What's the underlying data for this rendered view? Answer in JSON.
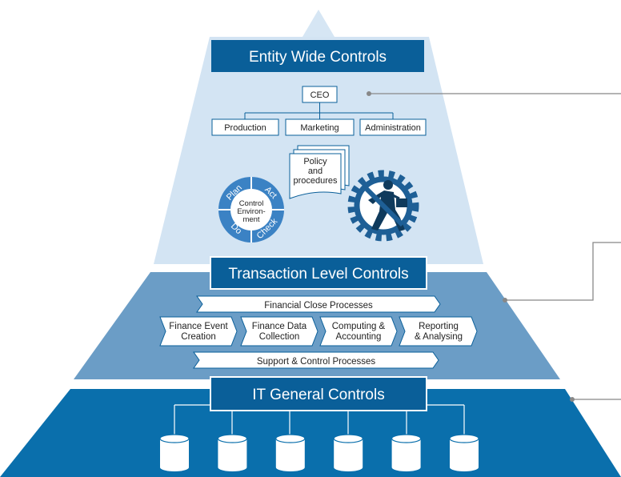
{
  "tiers": {
    "top": {
      "title": "Entity Wide Controls",
      "org_chart": {
        "ceo": "CEO",
        "departments": [
          "Production",
          "Marketing",
          "Administration"
        ]
      },
      "document": {
        "lines": [
          "Policy",
          "and",
          "procedures"
        ]
      },
      "cycle": {
        "center_lines": [
          "Control",
          "Environ-",
          "ment"
        ],
        "segments": [
          "Plan",
          "Act",
          "Check",
          "Do"
        ]
      },
      "gear_icon": "businessman-gear-icon"
    },
    "middle": {
      "title": "Transaction Level Controls",
      "top_band": "Financial Close Processes",
      "steps": [
        {
          "line1": "Finance Event",
          "line2": "Creation"
        },
        {
          "line1": "Finance Data",
          "line2": "Collection"
        },
        {
          "line1": "Computing &",
          "line2": "Accounting"
        },
        {
          "line1": "Reporting",
          "line2": "& Analysing"
        }
      ],
      "bottom_band": "Support & Control Processes"
    },
    "bottom": {
      "title": "IT General Controls",
      "database_count": 6
    }
  },
  "colors": {
    "top_tier": "#d3e4f3",
    "middle_tier": "#6b9dc6",
    "bottom_tier": "#0a6fac",
    "title_box": "#0a5f99",
    "apex": "#d6e6f4",
    "connector": "#888888",
    "icon_dark": "#0f3a5c",
    "cycle_blue": "#3b82c4"
  }
}
